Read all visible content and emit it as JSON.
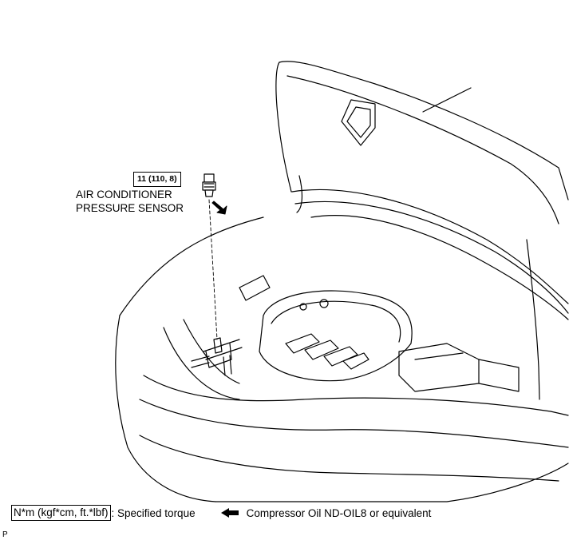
{
  "torque_callout": "11 (110, 8)",
  "part_label": [
    "AIR CONDITIONER",
    "PRESSURE SENSOR"
  ],
  "legend": {
    "torque_unit": "N*m (kgf*cm, ft.*lbf)",
    "torque_desc": ": Specified torque",
    "oil_desc": "Compressor Oil ND-OIL8 or equivalent"
  },
  "page_code": "P"
}
